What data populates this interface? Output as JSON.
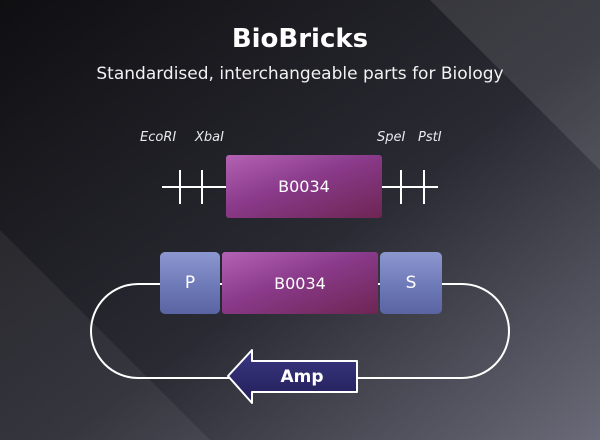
{
  "title": "BioBricks",
  "subtitle": "Standardised, interchangeable parts for Biology",
  "sites": {
    "ecori": "EcoRI",
    "xbai": "XbaI",
    "spei": "SpeI",
    "psti": "PstI"
  },
  "top_part": {
    "label": "B0034"
  },
  "plasmid": {
    "prefix_label": "P",
    "part_label": "B0034",
    "suffix_label": "S",
    "resistance_label": "Amp"
  },
  "colors": {
    "rbs_part": "#8a3a8a",
    "prefix_suffix": "#6e79b8",
    "amp_arrow": "#2e2a6e",
    "backbone": "#ffffff"
  }
}
